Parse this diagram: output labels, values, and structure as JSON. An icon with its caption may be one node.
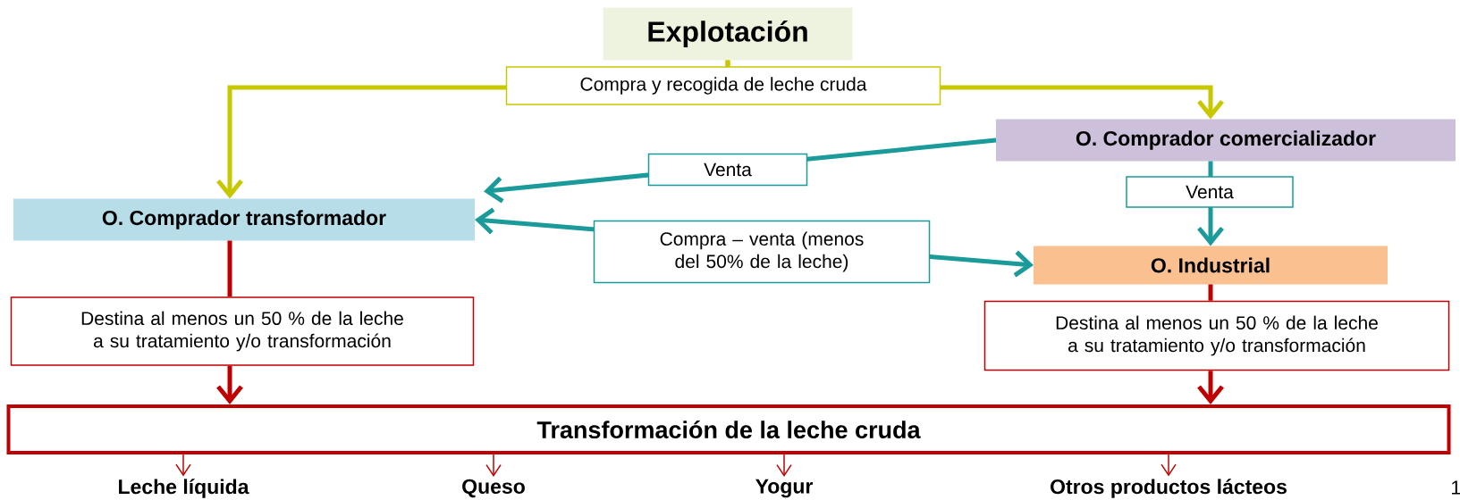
{
  "diagram": {
    "nodes": [
      {
        "text": [
          "Explotación"
        ]
      },
      {
        "text": [
          "O. Comprador  comercializador"
        ]
      },
      {
        "text": [
          "O. Comprador transformador"
        ]
      },
      {
        "text": [
          "O. Industrial"
        ]
      },
      {
        "text": [
          "Destina al menos un 50 % de la leche a su tratamiento y/o transformación"
        ]
      },
      {
        "text": [
          "Destina al menos un 50 % de la leche a su tratamiento y/o transformación"
        ]
      },
      {
        "text": [
          "Transformación de la leche cruda"
        ]
      },
      {
        "text": [
          "Leche líquida"
        ]
      },
      {
        "text": [
          "Queso"
        ]
      },
      {
        "text": [
          "Yogur"
        ]
      },
      {
        "text": [
          "Otros productos lácteos"
        ]
      }
    ],
    "edges": [
      {
        "from": 0,
        "to": 2,
        "arrow": "to",
        "label": "Compra y recogida de leche cruda",
        "color": "#c8c800"
      },
      {
        "from": 0,
        "to": 1,
        "arrow": "to",
        "color": "#c8c800"
      },
      {
        "from": 1,
        "to": 2,
        "arrow": "to",
        "label": "Venta",
        "color": "#1b9a9a"
      },
      {
        "from": 1,
        "to": 3,
        "arrow": "to",
        "label": "Venta",
        "color": "#1b9a9a"
      },
      {
        "from": 2,
        "to": 3,
        "arrow": "both",
        "label": "Compra – venta (menos del 50% de la leche)",
        "color": "#1b9a9a"
      },
      {
        "from": 2,
        "to": 4,
        "arrow": "none"
      },
      {
        "from": 4,
        "to": 6,
        "arrow": "to"
      },
      {
        "from": 3,
        "to": 5,
        "arrow": "none"
      },
      {
        "from": 5,
        "to": 6,
        "arrow": "to"
      },
      {
        "from": 6,
        "to": 7,
        "arrow": "to"
      },
      {
        "from": 6,
        "to": 8,
        "arrow": "to"
      },
      {
        "from": 6,
        "to": 9,
        "arrow": "to"
      },
      {
        "from": 6,
        "to": 10,
        "arrow": "to"
      }
    ],
    "labels": [
      "1"
    ]
  }
}
